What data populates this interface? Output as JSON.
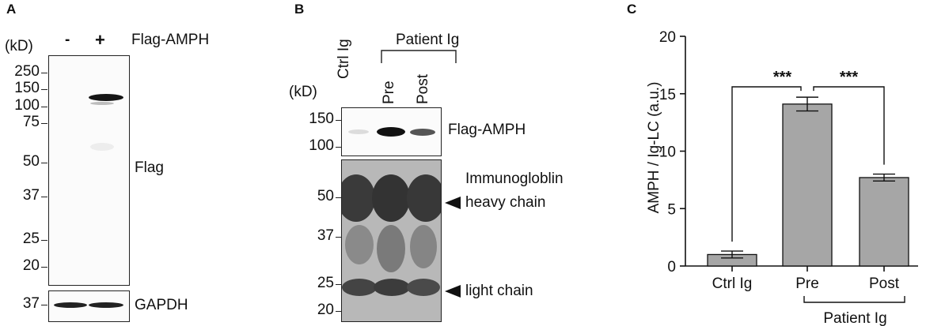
{
  "panelA": {
    "letter": "A",
    "kd_label": "(kD)",
    "lane_labels": [
      "-",
      "+"
    ],
    "construct_label": "Flag-AMPH",
    "markers_main": [
      "250",
      "150",
      "100",
      "75",
      "50",
      "37",
      "25",
      "20"
    ],
    "marker_lower": "37",
    "blot_labels": [
      "Flag",
      "GAPDH"
    ]
  },
  "panelB": {
    "letter": "B",
    "group_label": "Patient Ig",
    "lane_labels": [
      "Ctrl Ig",
      "Pre",
      "Post"
    ],
    "kd_label": "(kD)",
    "markers_top": [
      "150",
      "100"
    ],
    "markers_bottom": [
      "50",
      "37",
      "25",
      "20"
    ],
    "right_labels": {
      "top": "Flag-AMPH",
      "ig_line1": "Immunogloblin",
      "ig_line2": "heavy chain",
      "light": "light chain"
    }
  },
  "chart_data": {
    "type": "bar",
    "panel_letter": "C",
    "categories": [
      "Ctrl Ig",
      "Pre",
      "Post"
    ],
    "values": [
      1.0,
      14.1,
      7.7
    ],
    "errors": [
      0.3,
      0.6,
      0.3
    ],
    "ylabel": "AMPH / Ig-LC (a.u.)",
    "ylim": [
      0,
      20
    ],
    "yticks": [
      "0",
      "5",
      "10",
      "15",
      "20"
    ],
    "group_label": "Patient Ig",
    "significance": [
      "***",
      "***"
    ],
    "bar_color": "#a6a6a6"
  }
}
